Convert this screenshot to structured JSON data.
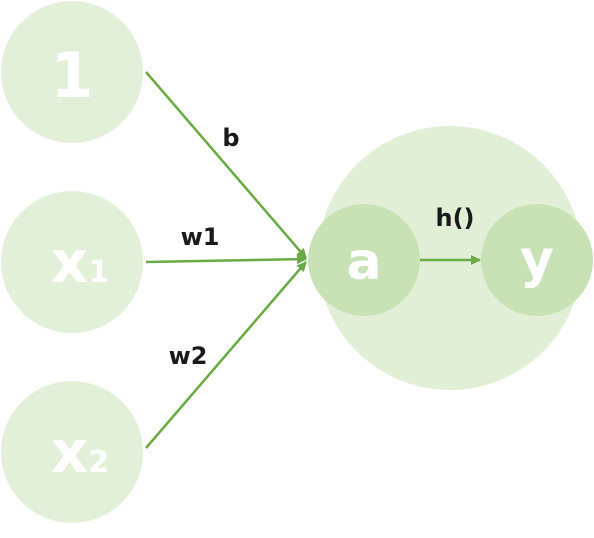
{
  "colors": {
    "input_node": "#e3f0d9",
    "neuron_outer": "#e1efd6",
    "inner_node": "#c8e2b6",
    "edge": "#6aaa44",
    "node_text": "#ffffff",
    "label_text": "#1a1a1a"
  },
  "inputs": {
    "bias": {
      "label": "1"
    },
    "x1": {
      "label": "x",
      "subscript": "1"
    },
    "x2": {
      "label": "x",
      "subscript": "2"
    }
  },
  "weights": {
    "b": "b",
    "w1": "w1",
    "w2": "w2"
  },
  "neuron": {
    "a_label": "a",
    "y_label": "y",
    "activation": "h()"
  }
}
